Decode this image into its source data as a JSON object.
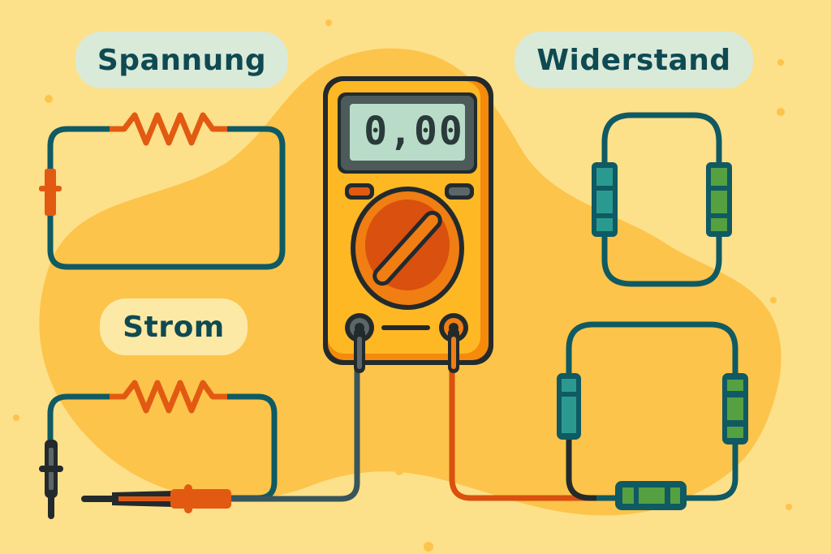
{
  "labels": {
    "voltage": "Spannung",
    "resistance": "Widerstand",
    "current": "Strom"
  },
  "multimeter": {
    "display_value": "0,00",
    "dial_icon": "rotary-dial",
    "buttons": [
      "left-button-orange",
      "right-button-gray"
    ],
    "ports": [
      "com-port-black",
      "v-ohm-port-red"
    ]
  },
  "circuits": {
    "voltage_circuit": {
      "components": [
        "resistor-zigzag",
        "probe-marker"
      ]
    },
    "current_circuit": {
      "components": [
        "resistor-zigzag",
        "black-probe",
        "red-probe"
      ]
    },
    "resistance_circuit_top": {
      "components": [
        "resistor-teal",
        "resistor-green"
      ]
    },
    "resistance_circuit_bottom": {
      "components": [
        "resistor-teal",
        "resistor-green-right",
        "resistor-green-bottom"
      ]
    }
  },
  "colors": {
    "background": "#fde08a",
    "blob": "#fcc44a",
    "wire": "#0f5a63",
    "orange": "#e25a12",
    "meter_body": "#fdb824",
    "meter_outline": "#232a2c",
    "lcd": "#b9dcc8",
    "label_pill": "#d9ead9",
    "label_text": "#0f4a52"
  }
}
